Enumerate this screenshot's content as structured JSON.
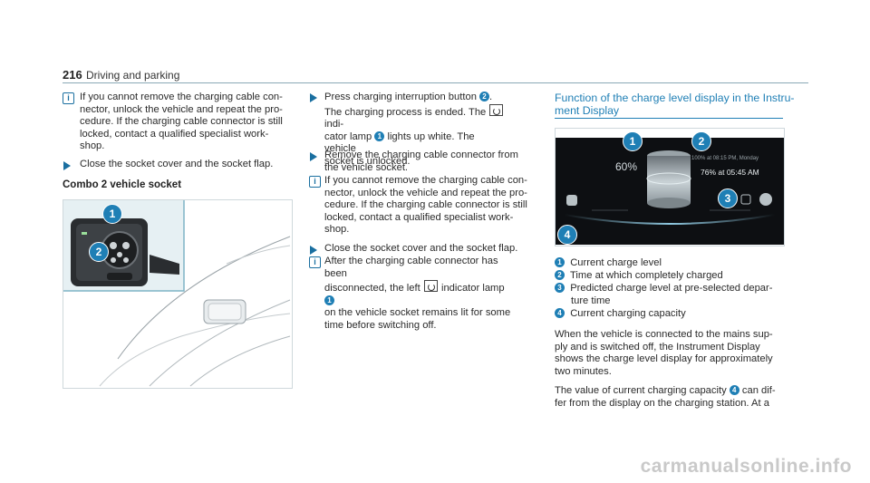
{
  "header": {
    "page_number": "216",
    "section": "Driving and parking"
  },
  "left": {
    "note1": [
      "If you cannot remove the charging cable con-",
      "nector, unlock the vehicle and repeat the pro-",
      "cedure. If the charging cable connector is still",
      "locked, contact a qualified specialist work-",
      "shop."
    ],
    "step1": "Close the socket cover and the socket flap.",
    "subheading": "Combo 2 vehicle socket",
    "image_callouts": [
      "1",
      "2"
    ]
  },
  "middle": {
    "step1_a": "Press charging interruption button",
    "step1_b": "The charging process is ended. The",
    "step1_c": "indi-",
    "step1_d": "cator lamp",
    "step1_e": "lights up white. The vehicle",
    "step1_f": "socket is unlocked.",
    "step2": [
      "Remove the charging cable connector from",
      "the vehicle socket."
    ],
    "note": [
      "If you cannot remove the charging cable con-",
      "nector, unlock the vehicle and repeat the pro-",
      "cedure. If the charging cable connector is still",
      "locked, contact a qualified specialist work-",
      "shop."
    ],
    "step3": "Close the socket cover and the socket flap.",
    "note2_a": "After the charging cable connector has been",
    "note2_b": "disconnected, the left",
    "note2_c": "indicator lamp",
    "note2_d": "on the vehicle socket remains lit for some",
    "note2_e": "time before switching off."
  },
  "right": {
    "title_line1": "Function of the charge level display in the Instru-",
    "title_line2": "ment Display",
    "display": {
      "percent": "60%",
      "predicted": "76% at 05:45 AM",
      "small_text": "100% at 08:15 PM, Monday"
    },
    "image_callouts": [
      "1",
      "2",
      "3",
      "4"
    ],
    "legend": [
      {
        "num": "1",
        "text": "Current charge level"
      },
      {
        "num": "2",
        "text": "Time at which completely charged"
      },
      {
        "num": "3",
        "text": "Predicted charge level at pre-selected depar-"
      },
      {
        "num": "",
        "text": "ture time"
      },
      {
        "num": "4",
        "text": "Current charging capacity"
      }
    ],
    "para1": [
      "When the vehicle is connected to the mains sup-",
      "ply and is switched off, the Instrument Display",
      "shows the charge level display for approximately",
      "two minutes."
    ],
    "para2_a": "The value of current charging capacity",
    "para2_b": "can dif-",
    "para2_c": "fer from the display on the charging station. At a"
  },
  "watermark": "carmanualsonline.info"
}
